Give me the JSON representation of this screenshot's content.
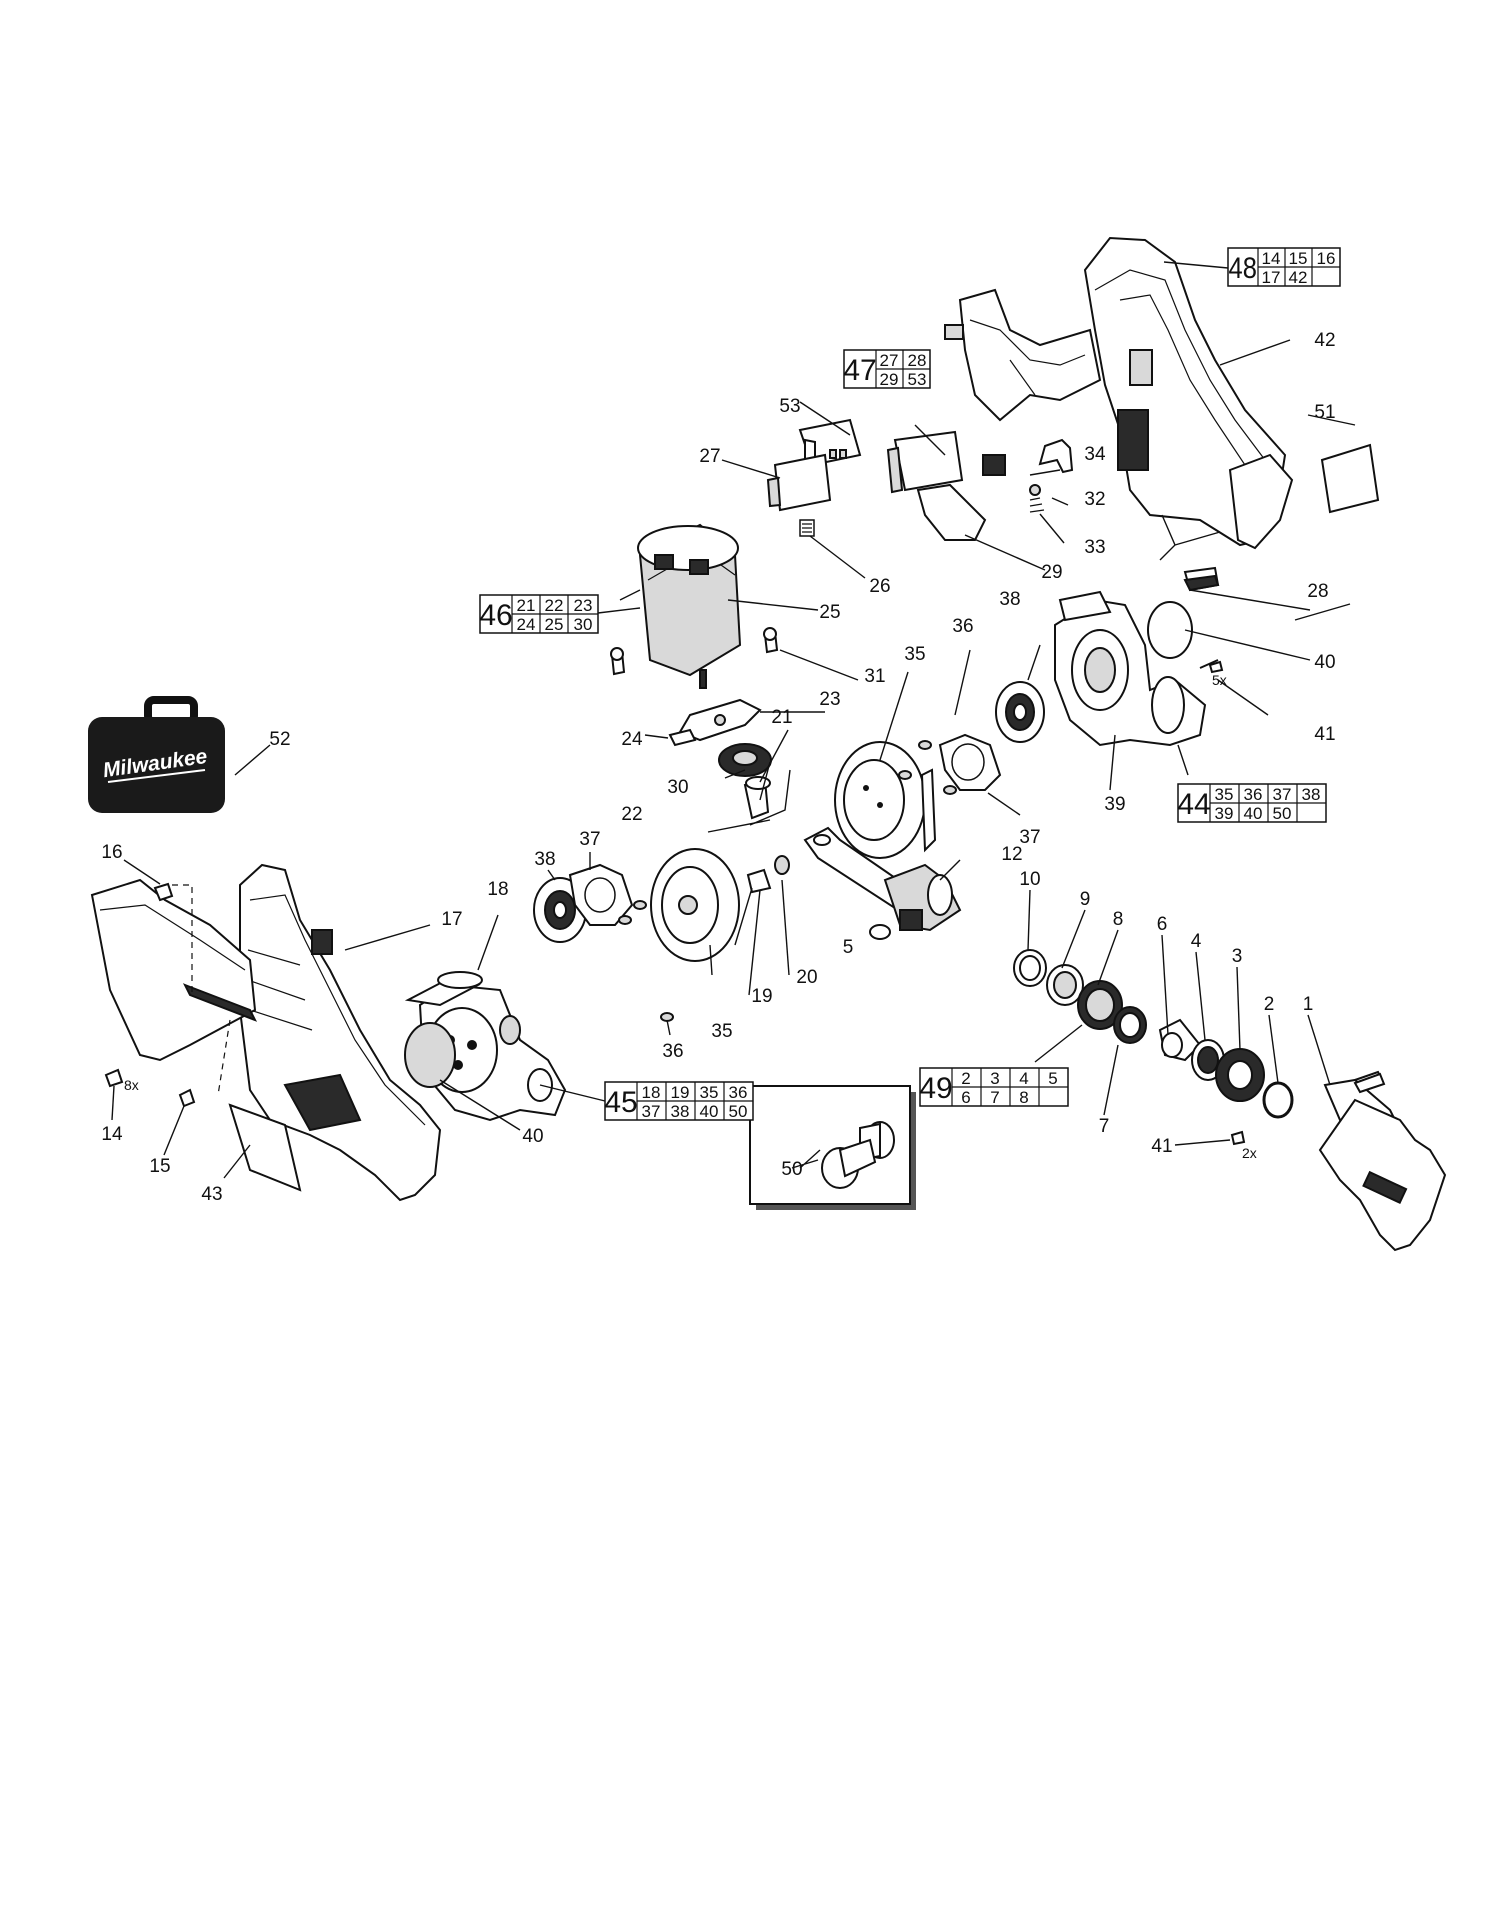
{
  "brand": {
    "logo_text": "Milwaukee"
  },
  "callouts": [
    {
      "id": "c1",
      "text": "1"
    },
    {
      "id": "c2",
      "text": "2"
    },
    {
      "id": "c3",
      "text": "3"
    },
    {
      "id": "c4",
      "text": "4"
    },
    {
      "id": "c5a",
      "text": "5"
    },
    {
      "id": "c6",
      "text": "6"
    },
    {
      "id": "c7",
      "text": "7"
    },
    {
      "id": "c8",
      "text": "8"
    },
    {
      "id": "c9",
      "text": "9"
    },
    {
      "id": "c10",
      "text": "10"
    },
    {
      "id": "c12",
      "text": "12"
    },
    {
      "id": "c14",
      "text": "14"
    },
    {
      "id": "c15",
      "text": "15"
    },
    {
      "id": "c16",
      "text": "16"
    },
    {
      "id": "c17",
      "text": "17"
    },
    {
      "id": "c18",
      "text": "18"
    },
    {
      "id": "c19",
      "text": "19"
    },
    {
      "id": "c20",
      "text": "20"
    },
    {
      "id": "c21",
      "text": "21"
    },
    {
      "id": "c22",
      "text": "22"
    },
    {
      "id": "c23",
      "text": "23"
    },
    {
      "id": "c24",
      "text": "24"
    },
    {
      "id": "c25",
      "text": "25"
    },
    {
      "id": "c26",
      "text": "26"
    },
    {
      "id": "c27",
      "text": "27"
    },
    {
      "id": "c28",
      "text": "28"
    },
    {
      "id": "c29",
      "text": "29"
    },
    {
      "id": "c30",
      "text": "30"
    },
    {
      "id": "c31",
      "text": "31"
    },
    {
      "id": "c32",
      "text": "32"
    },
    {
      "id": "c33",
      "text": "33"
    },
    {
      "id": "c34",
      "text": "34"
    },
    {
      "id": "c35a",
      "text": "35"
    },
    {
      "id": "c35b",
      "text": "35"
    },
    {
      "id": "c36a",
      "text": "36"
    },
    {
      "id": "c36b",
      "text": "36"
    },
    {
      "id": "c37a",
      "text": "37"
    },
    {
      "id": "c37b",
      "text": "37"
    },
    {
      "id": "c38a",
      "text": "38"
    },
    {
      "id": "c38b",
      "text": "38"
    },
    {
      "id": "c39",
      "text": "39"
    },
    {
      "id": "c40a",
      "text": "40"
    },
    {
      "id": "c40b",
      "text": "40"
    },
    {
      "id": "c41a",
      "text": "41"
    },
    {
      "id": "c41b",
      "text": "41"
    },
    {
      "id": "c42",
      "text": "42"
    },
    {
      "id": "c43",
      "text": "43"
    },
    {
      "id": "c50",
      "text": "50"
    },
    {
      "id": "c51",
      "text": "51"
    },
    {
      "id": "c52",
      "text": "52"
    },
    {
      "id": "c53",
      "text": "53"
    }
  ],
  "quantities": [
    {
      "id": "q8x",
      "text": "8x"
    },
    {
      "id": "q5x",
      "text": "5x"
    },
    {
      "id": "q2x",
      "text": "2x"
    }
  ],
  "kits": [
    {
      "id": "k48",
      "number": "48",
      "rows": [
        [
          "14",
          "15",
          "16"
        ],
        [
          "17",
          "42",
          ""
        ]
      ]
    },
    {
      "id": "k47",
      "number": "47",
      "rows": [
        [
          "27",
          "28"
        ],
        [
          "29",
          "53"
        ]
      ]
    },
    {
      "id": "k46",
      "number": "46",
      "rows": [
        [
          "21",
          "22",
          "23"
        ],
        [
          "24",
          "25",
          "30"
        ]
      ]
    },
    {
      "id": "k44",
      "number": "44",
      "rows": [
        [
          "35",
          "36",
          "37",
          "38"
        ],
        [
          "39",
          "40",
          "50",
          ""
        ]
      ]
    },
    {
      "id": "k45",
      "number": "45",
      "rows": [
        [
          "18",
          "19",
          "35",
          "36"
        ],
        [
          "37",
          "38",
          "40",
          "50"
        ]
      ]
    },
    {
      "id": "k49",
      "number": "49",
      "rows": [
        [
          "2",
          "3",
          "4",
          "5"
        ],
        [
          "6",
          "7",
          "8",
          ""
        ]
      ]
    }
  ]
}
